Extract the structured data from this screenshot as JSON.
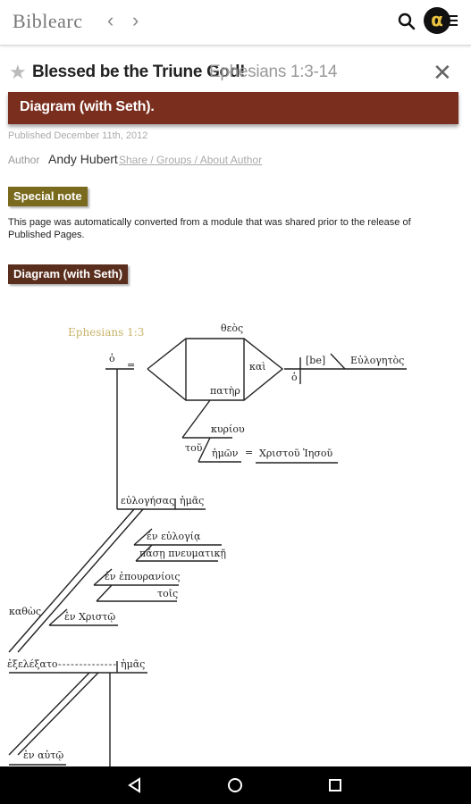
{
  "app": {
    "logo": "Biblearc"
  },
  "nav": {
    "back_glyph": "‹",
    "forward_glyph": "›",
    "menu_glyph": "α"
  },
  "page": {
    "title": "Blessed be the Triune God!",
    "reference": "Ephesians 1:3-14",
    "banner": "Diagram (with Seth).",
    "published": "Published December 11th, 2012",
    "author_label": "Author",
    "author_name": "Andy Hubert",
    "author_links": "Share / Groups / About Author",
    "special_note_label": "Special note",
    "special_note_text": "This page was automatically converted from a module that was shared prior to the release of Published Pages.",
    "diagram_label": "Diagram (with Seth)"
  },
  "diagram": {
    "verse_label": "Ephesians 1:3",
    "article_o": "ὁ",
    "equals": "=",
    "theos": "θεὸς",
    "kai": "καὶ",
    "pater": "πατὴρ",
    "article_o2": "ὁ",
    "be": "[be]",
    "eulogetos": "Εὐλογητὸς",
    "kyriou": "κυρίου",
    "tou": "τοῦ",
    "hemon": "ἡμῶν",
    "equals2": "=",
    "christou": "Χριστοῦ Ἰησοῦ",
    "eulogesas": "εὐλογήσας",
    "hemas": "ἡμᾶς",
    "en_eulogia": "ἐν εὐλογίᾳ",
    "pase_pneumatike": "πάσῃ πνευματικῇ",
    "en_epouraniois": "ἐν ἐπουρανίοις",
    "tois": "τοῖς",
    "kathos": "καθὼς",
    "en_christo": "ἐν Χριστῷ",
    "exelexato": "ἐξελέξατο",
    "hemas2": "ἡμᾶς",
    "en_auto": "ἐν αὐτῷ"
  },
  "colors": {
    "banner": "#7a2e1d",
    "special_note": "#7a6a1e",
    "diagram_label": "#5a2e1d",
    "verse_label": "#c9b46a"
  }
}
